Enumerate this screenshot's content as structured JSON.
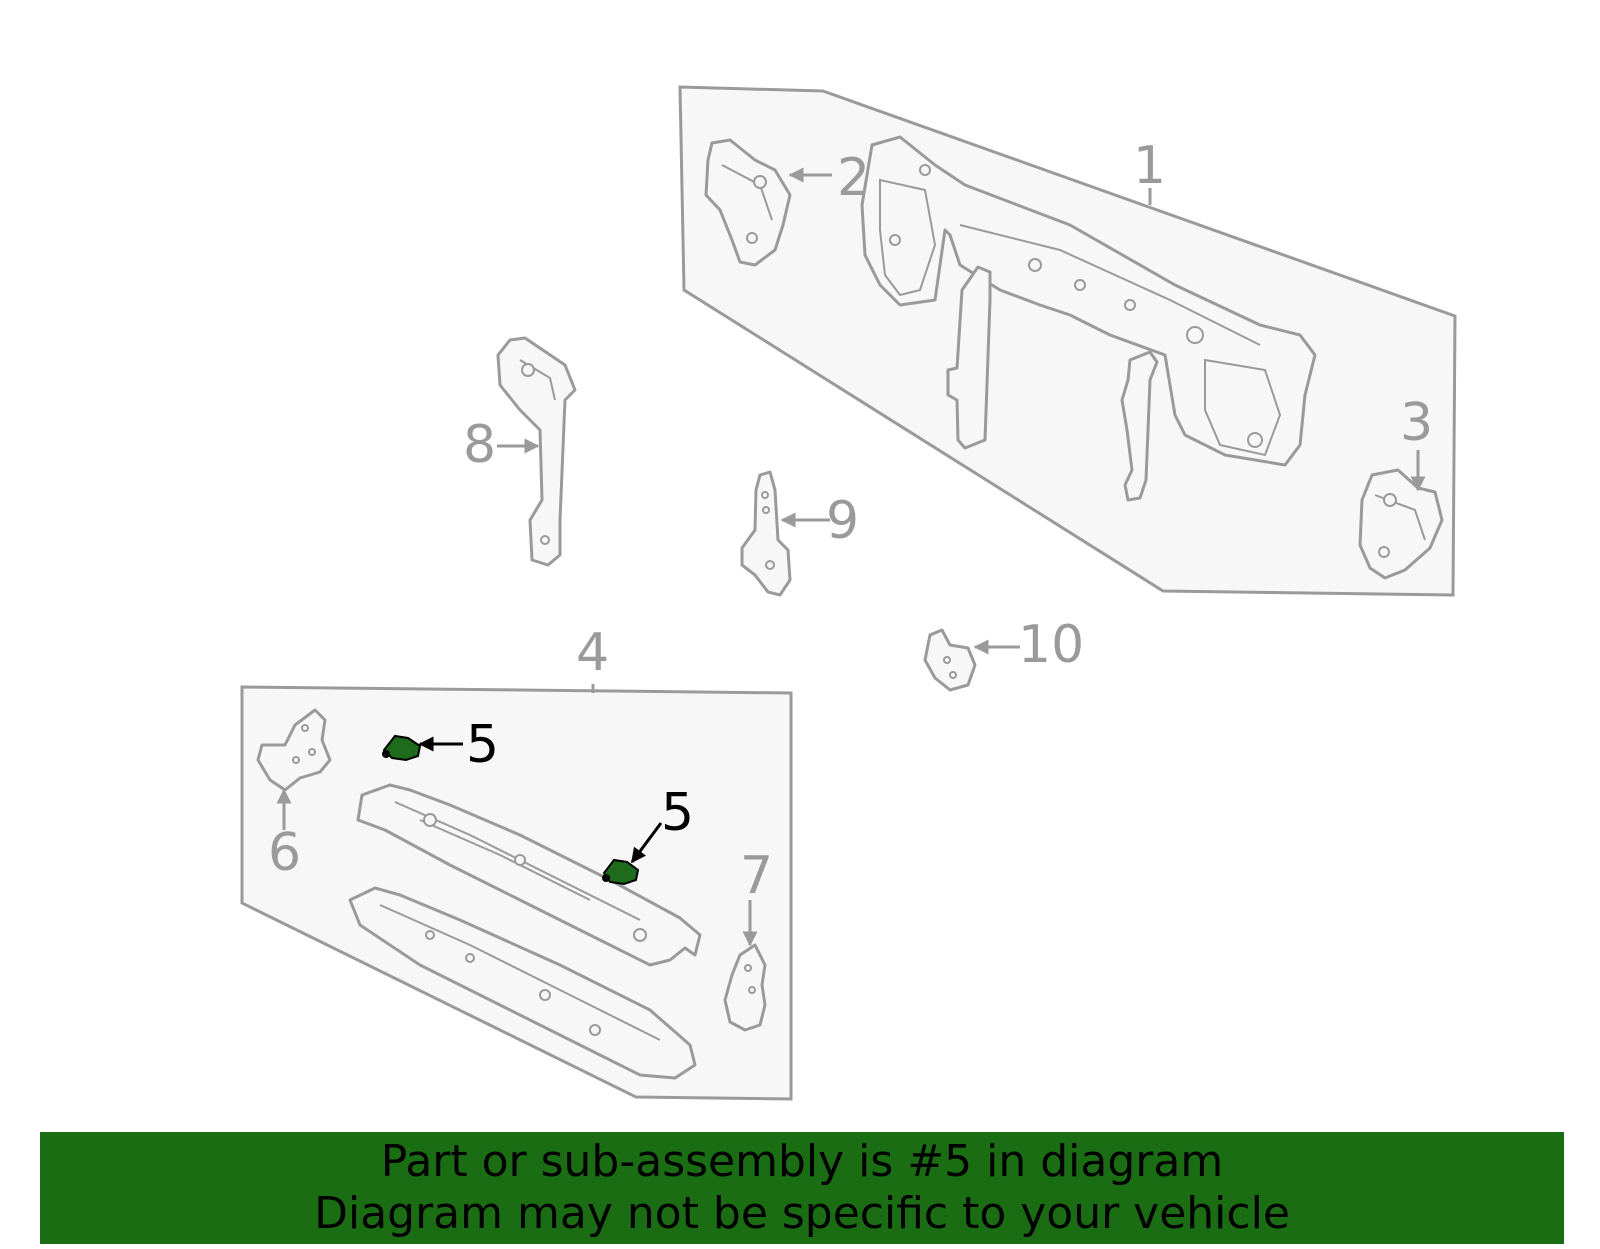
{
  "callouts": {
    "c1": "1",
    "c2": "2",
    "c3": "3",
    "c4": "4",
    "c5a": "5",
    "c5b": "5",
    "c6": "6",
    "c7": "7",
    "c8": "8",
    "c9": "9",
    "c10": "10"
  },
  "highlighted_part": "5",
  "banner": {
    "line1": "Part or sub-assembly is #5 in diagram",
    "line2": "Diagram may not be specific to your vehicle"
  },
  "colors": {
    "banner_bg": "#1a6d12",
    "highlight_part": "#1f6b1c",
    "line_gray": "#9a9a9a",
    "panel_fill": "#f7f7f7"
  }
}
